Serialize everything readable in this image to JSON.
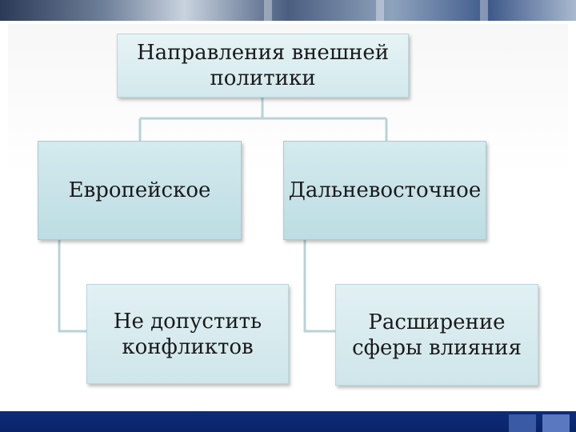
{
  "diagram": {
    "root": {
      "label": "Направления внешней политики"
    },
    "branches": [
      {
        "label": "Европейское",
        "child": {
          "label": "Не допустить конфликтов"
        }
      },
      {
        "label": "Дальневосточное",
        "child": {
          "label": "Расширение сферы влияния"
        }
      }
    ]
  },
  "colors": {
    "box_fill": "#d3e9ed",
    "connector": "#b7d3d9",
    "bottom_bar": "#0d2c7a"
  }
}
